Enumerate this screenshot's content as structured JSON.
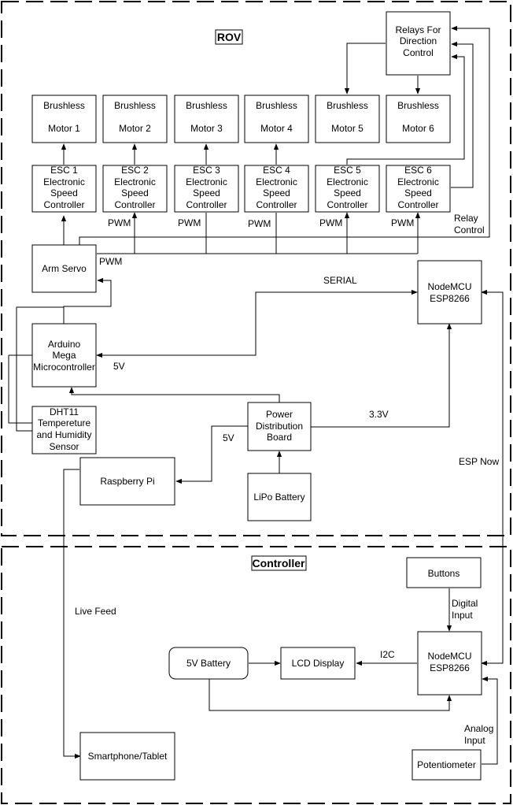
{
  "sections": {
    "rov_title": "ROV",
    "controller_title": "Controller"
  },
  "blocks": {
    "relays": [
      "Relays For",
      "Direction",
      "Control"
    ],
    "motor1": [
      "Brushless",
      "Motor 1"
    ],
    "motor2": [
      "Brushless",
      "Motor 2"
    ],
    "motor3": [
      "Brushless",
      "Motor 3"
    ],
    "motor4": [
      "Brushless",
      "Motor 4"
    ],
    "motor5": [
      "Brushless",
      "Motor 5"
    ],
    "motor6": [
      "Brushless",
      "Motor 6"
    ],
    "esc1": [
      "ESC 1",
      "Electronic",
      "Speed",
      "Controller"
    ],
    "esc2": [
      "ESC 2",
      "Electronic",
      "Speed",
      "Controller"
    ],
    "esc3": [
      "ESC 3",
      "Electronic",
      "Speed",
      "Controller"
    ],
    "esc4": [
      "ESC 4",
      "Electronic",
      "Speed",
      "Controller"
    ],
    "esc5": [
      "ESC 5",
      "Electronic",
      "Speed",
      "Controller"
    ],
    "esc6": [
      "ESC 6",
      "Electronic",
      "Speed",
      "Controller"
    ],
    "arm_servo": [
      "Arm Servo"
    ],
    "arduino": [
      "Arduino",
      "Mega",
      "Microcontroller"
    ],
    "nodemcu_rov": [
      "NodeMCU",
      "ESP8266"
    ],
    "dht11": [
      "DHT11",
      "Tempereture",
      "and Humidity",
      "Sensor"
    ],
    "power_board": [
      "Power",
      "Distribution",
      "Board"
    ],
    "raspberry_pi": [
      "Raspberry Pi"
    ],
    "lipo": [
      "LiPo Battery"
    ],
    "buttons": [
      "Buttons"
    ],
    "battery_5v": [
      "5V Battery"
    ],
    "lcd": [
      "LCD Display"
    ],
    "nodemcu_ctrl": [
      "NodeMCU",
      "ESP8266"
    ],
    "smartphone": [
      "Smartphone/Tablet"
    ],
    "potentiometer": [
      "Potentiometer"
    ]
  },
  "labels": {
    "pwm2": "PWM",
    "pwm3": "PWM",
    "pwm4": "PWM",
    "pwm5": "PWM",
    "pwm6": "PWM",
    "pwm_servo": "PWM",
    "relay_control": [
      "Relay",
      "Control"
    ],
    "serial": "SERIAL",
    "v5_arduino": "5V",
    "v33": "3.3V",
    "v5_pi": "5V",
    "esp_now": "ESP Now",
    "live_feed": "Live Feed",
    "digital_input": [
      "Digital",
      "Input"
    ],
    "i2c": "I2C",
    "analog_input": [
      "Analog",
      "Input"
    ]
  }
}
